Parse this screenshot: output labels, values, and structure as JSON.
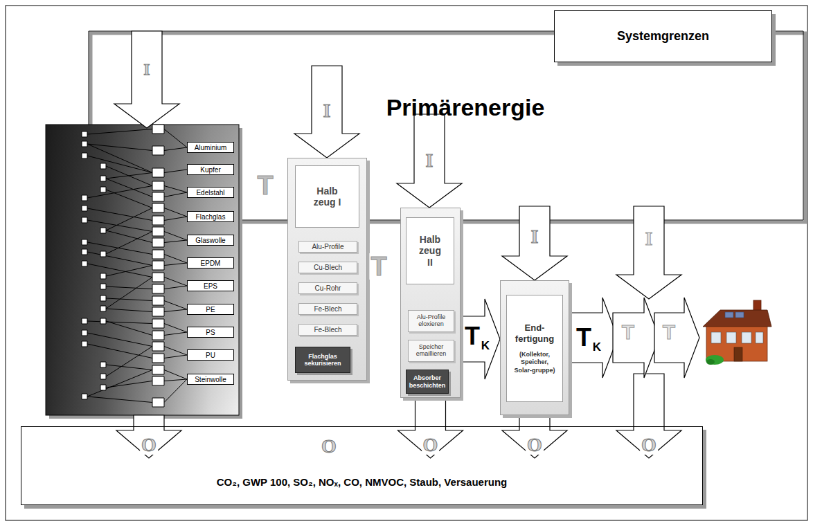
{
  "diagram": {
    "nodes": [
      {
        "text": [
          "Systemgrenzen"
        ]
      },
      {
        "text": [
          "Aluminium"
        ]
      },
      {
        "text": [
          "Kupfer"
        ]
      },
      {
        "text": [
          "Edelstahl"
        ]
      },
      {
        "text": [
          "Flachglas"
        ]
      },
      {
        "text": [
          "Glaswolle"
        ]
      },
      {
        "text": [
          "EPDM"
        ]
      },
      {
        "text": [
          "EPS"
        ]
      },
      {
        "text": [
          "PE"
        ]
      },
      {
        "text": [
          "PS"
        ]
      },
      {
        "text": [
          "PU"
        ]
      },
      {
        "text": [
          "Steinwolle"
        ]
      },
      {
        "text": [
          "Halb zeug I"
        ]
      },
      {
        "text": [
          "Alu-Profile"
        ],
        "in": 12
      },
      {
        "text": [
          "Cu-Blech"
        ],
        "in": 12
      },
      {
        "text": [
          "Cu-Rohr"
        ],
        "in": 12
      },
      {
        "text": [
          "Fe-Blech"
        ],
        "in": 12
      },
      {
        "text": [
          "Fe-Blech"
        ],
        "in": 12
      },
      {
        "text": [
          "Flachglas sekurisieren"
        ],
        "in": 12
      },
      {
        "text": [
          "Halb zeug II"
        ]
      },
      {
        "text": [
          "Alu-Profile eloxieren"
        ],
        "in": 19
      },
      {
        "text": [
          "Speicher emaillieren"
        ],
        "in": 19
      },
      {
        "text": [
          "Absorber beschichten"
        ],
        "in": 19
      },
      {
        "text": [
          "End-fertigung",
          "(Kollektor, Speicher, Solar-gruppe)"
        ]
      },
      {
        "text": [
          "CO₂, GWP 100, SO₂, NOₓ, CO, NMVOC, Staub, Versauerung"
        ]
      }
    ],
    "edges": [
      {
        "from": 19,
        "to": 23,
        "arrow": "to"
      },
      {
        "from": 19,
        "to": 24,
        "label": "O",
        "arrow": "to"
      },
      {
        "from": 23,
        "to": 24,
        "label": "O",
        "arrow": "to"
      }
    ],
    "labels": [
      "Primärenergie",
      "I",
      "I",
      "I",
      "I",
      "I",
      "T",
      "T",
      "T",
      "K",
      "T",
      "K",
      "T",
      "T",
      "O",
      "O",
      "O"
    ]
  }
}
